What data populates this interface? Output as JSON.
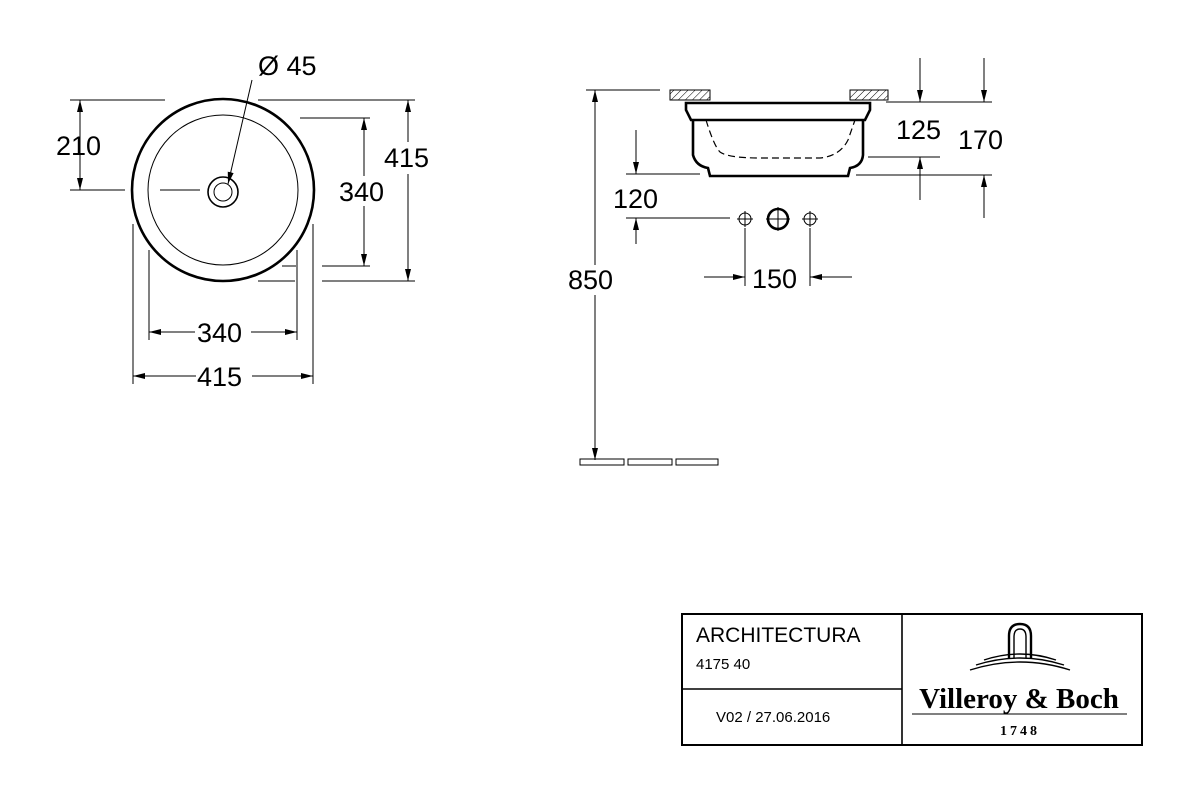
{
  "top_view": {
    "drain_diameter": "Ø 45",
    "dim_offset": "210",
    "dim_inner_height": "340",
    "dim_outer_height": "415",
    "dim_inner_width": "340",
    "dim_outer_width": "415"
  },
  "side_view": {
    "dim_125": "125",
    "dim_170": "170",
    "dim_120": "120",
    "dim_150": "150",
    "dim_850": "850"
  },
  "title_block": {
    "product_name": "ARCHITECTURA",
    "article_number": "4175 40",
    "version": "V02 / 27.06.2016",
    "brand": "Villeroy & Boch",
    "brand_year": "1748"
  }
}
